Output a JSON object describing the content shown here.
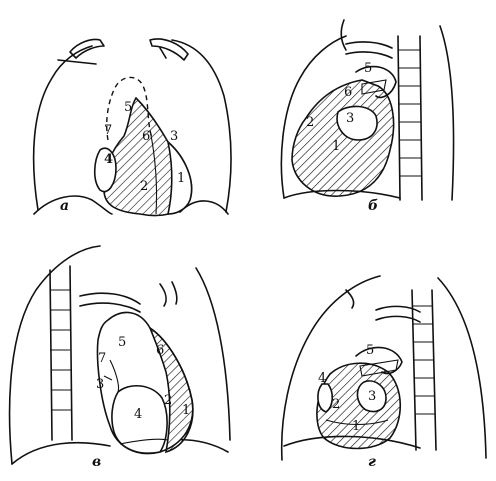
{
  "panels": [
    {
      "caption": "а",
      "labels": [
        "1",
        "2",
        "3",
        "4",
        "5",
        "6",
        "7"
      ]
    },
    {
      "caption": "б",
      "labels": [
        "1",
        "2",
        "3",
        "5",
        "6"
      ]
    },
    {
      "caption": "в",
      "labels": [
        "1",
        "2",
        "3",
        "4",
        "5",
        "6",
        "7"
      ]
    },
    {
      "caption": "г",
      "labels": [
        "1",
        "2",
        "3",
        "4",
        "5"
      ]
    }
  ]
}
